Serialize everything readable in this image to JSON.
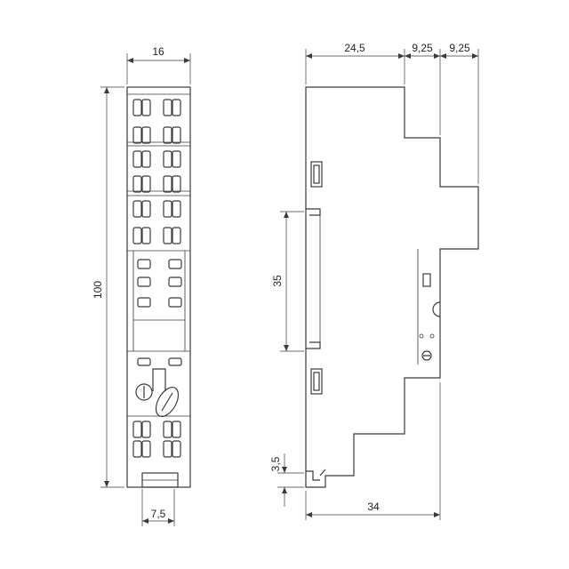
{
  "dimensions": {
    "front_width": "16",
    "front_height": "100",
    "front_bottom": "7,5",
    "side_top_a": "24,5",
    "side_top_b": "9,25",
    "side_top_c": "9,25",
    "side_rail": "35",
    "side_foot": "3,5",
    "side_depth": "34"
  },
  "colors": {
    "line": "#3a3a3a",
    "background": "#ffffff"
  }
}
